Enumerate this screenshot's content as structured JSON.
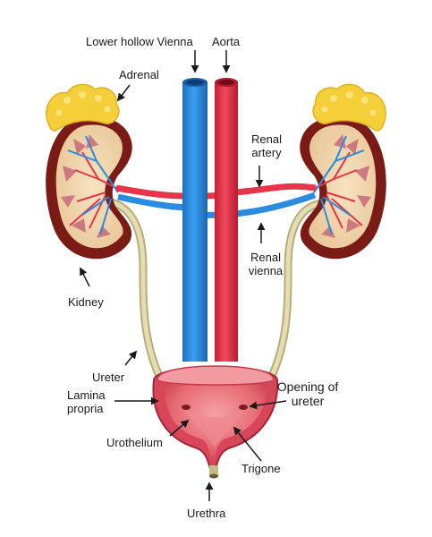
{
  "labels": {
    "lower_hollow_vienna": "Lower hollow Vienna",
    "aorta": "Aorta",
    "adrenal": "Adrenal",
    "renal_artery_1": "Renal",
    "renal_artery_2": "artery",
    "renal_vienna_1": "Renal",
    "renal_vienna_2": "vienna",
    "kidney": "Kidney",
    "ureter": "Ureter",
    "lamina_propria_1": "Lamina",
    "lamina_propria_2": "propria",
    "opening_of_ureter_1": "Opening of",
    "opening_of_ureter_2": "ureter",
    "urothelium": "Urothelium",
    "trigone": "Trigone",
    "urethra": "Urethra"
  },
  "colors": {
    "vein": "#2a8ce0",
    "artery": "#e8344a",
    "adrenal": "#f5cf3a",
    "kidney_outer": "#8a1f1a",
    "ureter": "#d9d2a8",
    "bladder": "#e45a66"
  }
}
